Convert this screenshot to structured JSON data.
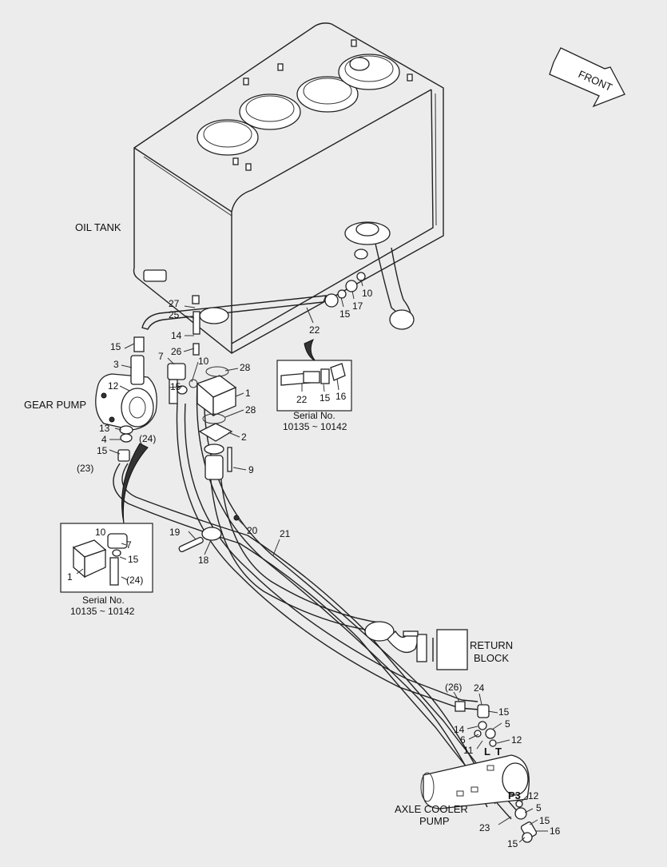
{
  "labels": {
    "oil_tank": "OIL TANK",
    "gear_pump": "GEAR PUMP",
    "return_block_1": "RETURN",
    "return_block_2": "BLOCK",
    "axle_cooler_1": "AXLE COOLER",
    "axle_cooler_2": "PUMP",
    "front": "FRONT"
  },
  "ports": {
    "L": "L",
    "T": "T",
    "P3": "P3"
  },
  "callouts": {
    "n27": "27",
    "n25": "25",
    "n14a": "14",
    "n26a": "26",
    "n15a": "15",
    "n3": "3",
    "n7a": "7",
    "n10a": "10",
    "n28a": "28",
    "n15b": "15",
    "n12a": "12",
    "n1a": "1",
    "n28b": "28",
    "n13": "13",
    "n4a": "4",
    "n15c": "15",
    "n24a": "(24)",
    "n2": "2",
    "n23a": "(23)",
    "n9": "9",
    "n22": "22",
    "n15d": "15",
    "n17": "17",
    "n10b": "10",
    "n19": "19",
    "n20": "20",
    "n21": "21",
    "n18": "18",
    "n26b": "(26)",
    "n24b": "24",
    "n15e": "15",
    "n5a": "5",
    "n14b": "14",
    "n12b": "12",
    "n6": "6",
    "n11": "11",
    "n12c": "12",
    "n5b": "5",
    "n15f": "15",
    "n23b": "23",
    "n16": "16",
    "n15g": "15"
  },
  "inset_right": {
    "n22": "22",
    "n15": "15",
    "n16": "16",
    "serial_label": "Serial No.",
    "serial_range": "10135 ~ 10142"
  },
  "inset_left": {
    "n10": "10",
    "n7": "7",
    "n15": "15",
    "n1": "1",
    "n24": "(24)",
    "serial_label": "Serial No.",
    "serial_range": "10135 ~ 10142"
  }
}
